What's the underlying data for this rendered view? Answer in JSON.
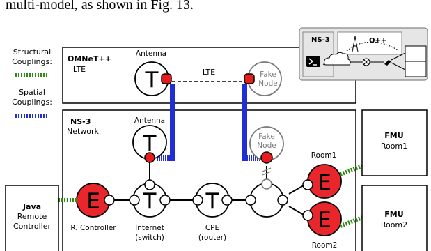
{
  "caption": "multi-model, as shown in Fig. 13.",
  "legend": {
    "structural": [
      "Structural",
      "Couplings:"
    ],
    "spatial": [
      "Spatial",
      "Couplings:"
    ],
    "structural_color": "#2e8b12",
    "spatial_color": "#1f2ed6"
  },
  "omnet": {
    "title": "OMNeT++",
    "subtitle": "LTE"
  },
  "ns3": {
    "title": "NS-3",
    "subtitle": "Network"
  },
  "inset": {
    "ns3": "NS-3",
    "omnet": "O++"
  },
  "labels": {
    "antenna_top": "Antenna",
    "antenna_ns3": "Antenna",
    "lte_link": "LTE",
    "fake_node_top": [
      "Fake",
      "Node"
    ],
    "fake_node_ns3": [
      "Fake",
      "Node"
    ],
    "room1": "Room1",
    "room2": "Room2",
    "rcontroller": "R. Controller",
    "internet": [
      "Internet",
      "(switch)"
    ],
    "cpe": [
      "CPE",
      "(router)"
    ]
  },
  "glyphs": {
    "terminal": "T",
    "entity": "E"
  },
  "fmu1": {
    "title": "FMU",
    "subtitle": "Room1"
  },
  "fmu2": {
    "title": "FMU",
    "subtitle": "Room2"
  },
  "java": {
    "title": "Java",
    "line2": "Remote",
    "line3": "Controller"
  },
  "colors": {
    "node_red": "#e8262b",
    "port_red": "#e81c1c",
    "inset_bg": "#e6e6e6",
    "fake_gray": "#7a7a7a"
  }
}
